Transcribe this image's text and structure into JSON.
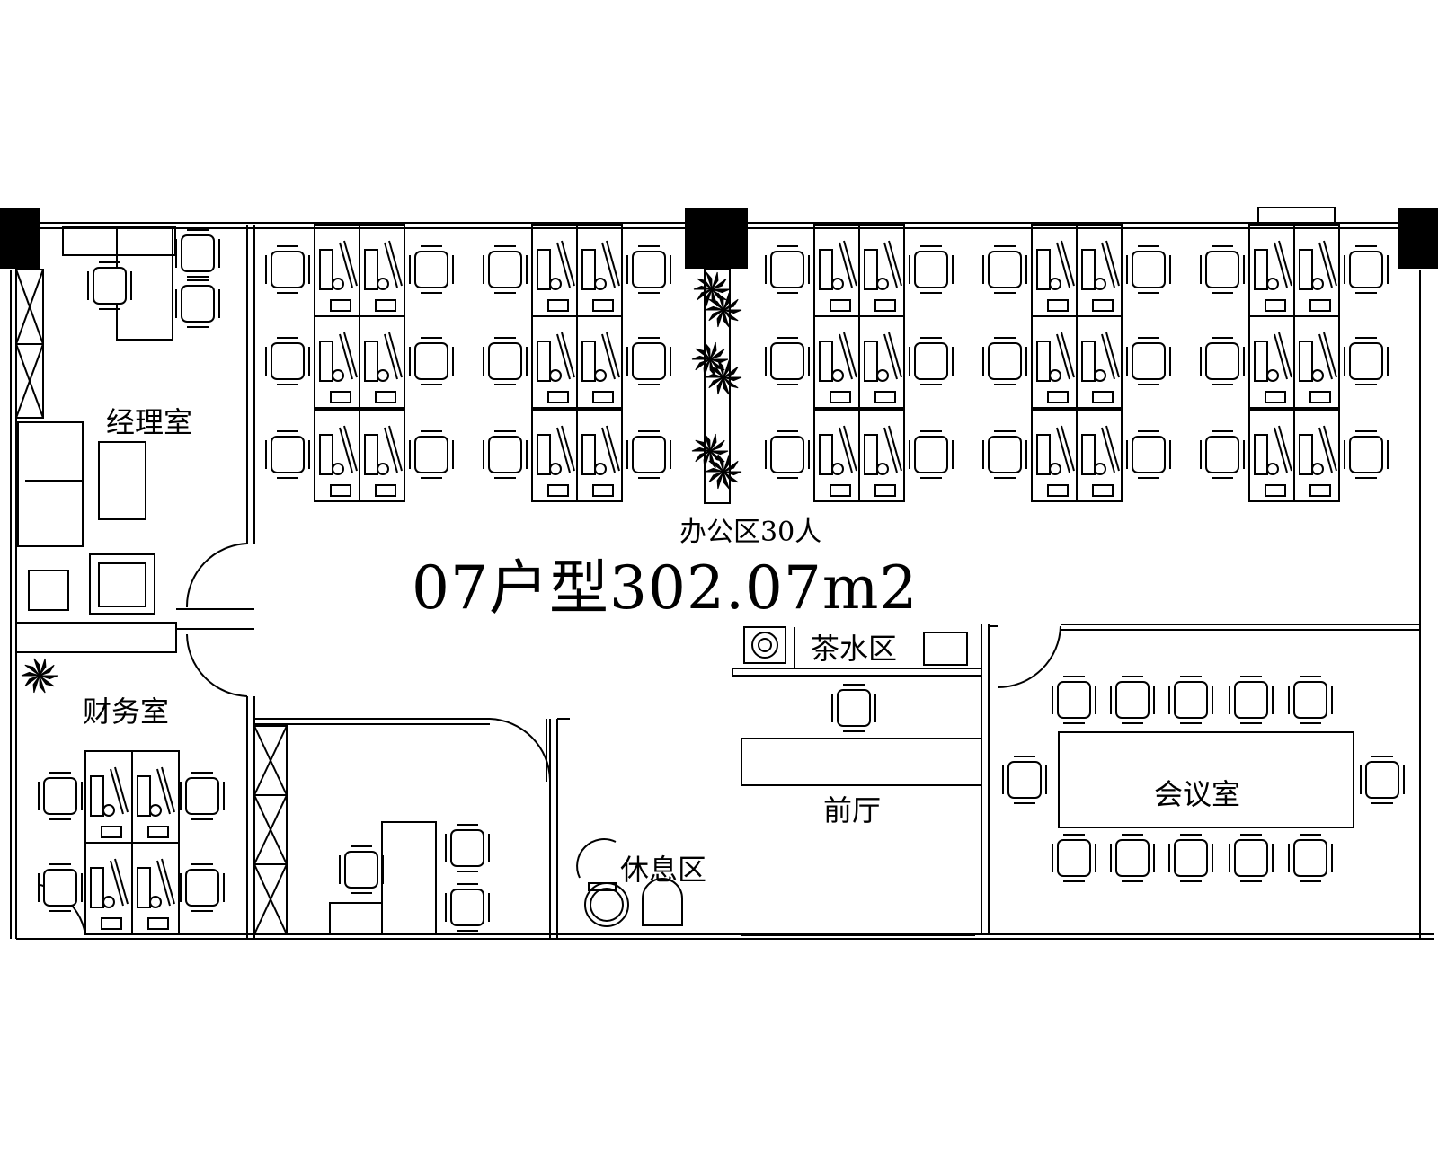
{
  "plan": {
    "headline": "07户型302.07m2",
    "office_area": "办公区30人",
    "rooms": {
      "manager": "经理室",
      "finance": "财务室",
      "tea": "茶水区",
      "lobby": "前厅",
      "lounge": "休息区",
      "meeting": "会议室"
    }
  },
  "icons": [
    "desk-icon",
    "chair-icon",
    "sofa-icon",
    "plant-icon",
    "door-swing-icon",
    "column-icon",
    "cabinet-icon"
  ]
}
